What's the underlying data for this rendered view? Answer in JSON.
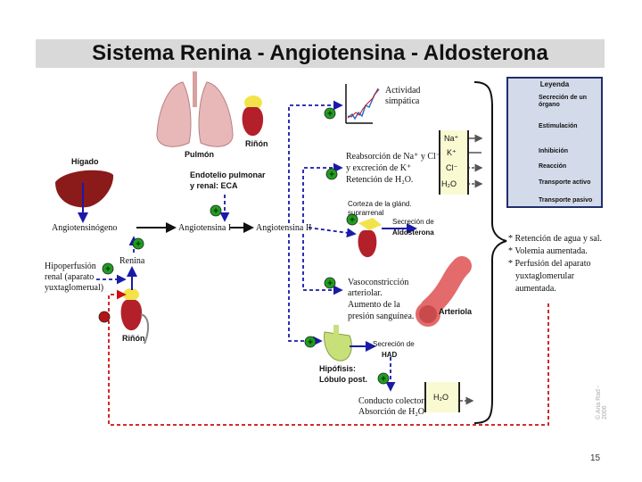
{
  "title": "Sistema Renina - Angiotensina - Aldosterona",
  "labels": {
    "pulmon": "Pulmón",
    "rinon_top": "Riñón",
    "higado": "Hígado",
    "endotelio": "Endotelio pulmonar y renal: ECA",
    "angiotensinogeno": "Angiotensinógeno",
    "angiotensina1": "Angiotensina I",
    "angiotensina2": "Angiotensina II",
    "renina": "Renina",
    "hipoperfusion": [
      "Hipoperfusión",
      "renal (aparato",
      "yuxtaglomerual)"
    ],
    "rinon_bottom": "Riñón",
    "actividad": [
      "Actividad",
      "simpática"
    ],
    "reabsorcion": [
      "Reabsorción de Na⁺ y Cl⁻",
      "y excreción de K⁺",
      "Retención de H₂O."
    ],
    "corteza": [
      "Corteza de la glánd.",
      "suprarrenal"
    ],
    "secrecion_aldo": [
      "Secreción de",
      "Aldosterona"
    ],
    "vasoconstriccion": [
      "Vasoconstricción",
      "arteriolar.",
      "Aumento de la",
      "presión sanguínea."
    ],
    "arteriola": "Arteriola",
    "secrecion_had": [
      "Secreción de",
      "HAD"
    ],
    "hipofisis": [
      "Hipófisis:",
      "Lóbulo post."
    ],
    "conducto": [
      "Conducto colector:",
      "Absorción de H₂O"
    ],
    "ions": [
      "Na⁺",
      "K⁺",
      "Cl⁻",
      "H₂O"
    ],
    "ion_h2o_bottom": "H₂O",
    "effects": [
      "* Retención de agua y sal.",
      "* Volemia aumentada.",
      "* Perfusión del aparato",
      "yuxtaglomerular",
      "aumentada."
    ]
  },
  "legend": {
    "title": "Leyenda",
    "items": [
      "Secreción de un órgano",
      "Estimulación",
      "Inhibición",
      "Reacción",
      "Transporte activo",
      "Transporte pasivo"
    ]
  },
  "copyright": "© Aria Rad - 2006",
  "slide_number": "15",
  "colors": {
    "secretion": "#1a1aa8",
    "stimulation": "#1a1aa8",
    "inhibition": "#cc1111",
    "plus": "#1f9e1f",
    "minus": "#b81414",
    "liver": "#8b1a1a",
    "kidney": "#b3202a",
    "lung": "#e8b8b8",
    "gland": "#c8e07a",
    "artery": "#e36b6b"
  }
}
